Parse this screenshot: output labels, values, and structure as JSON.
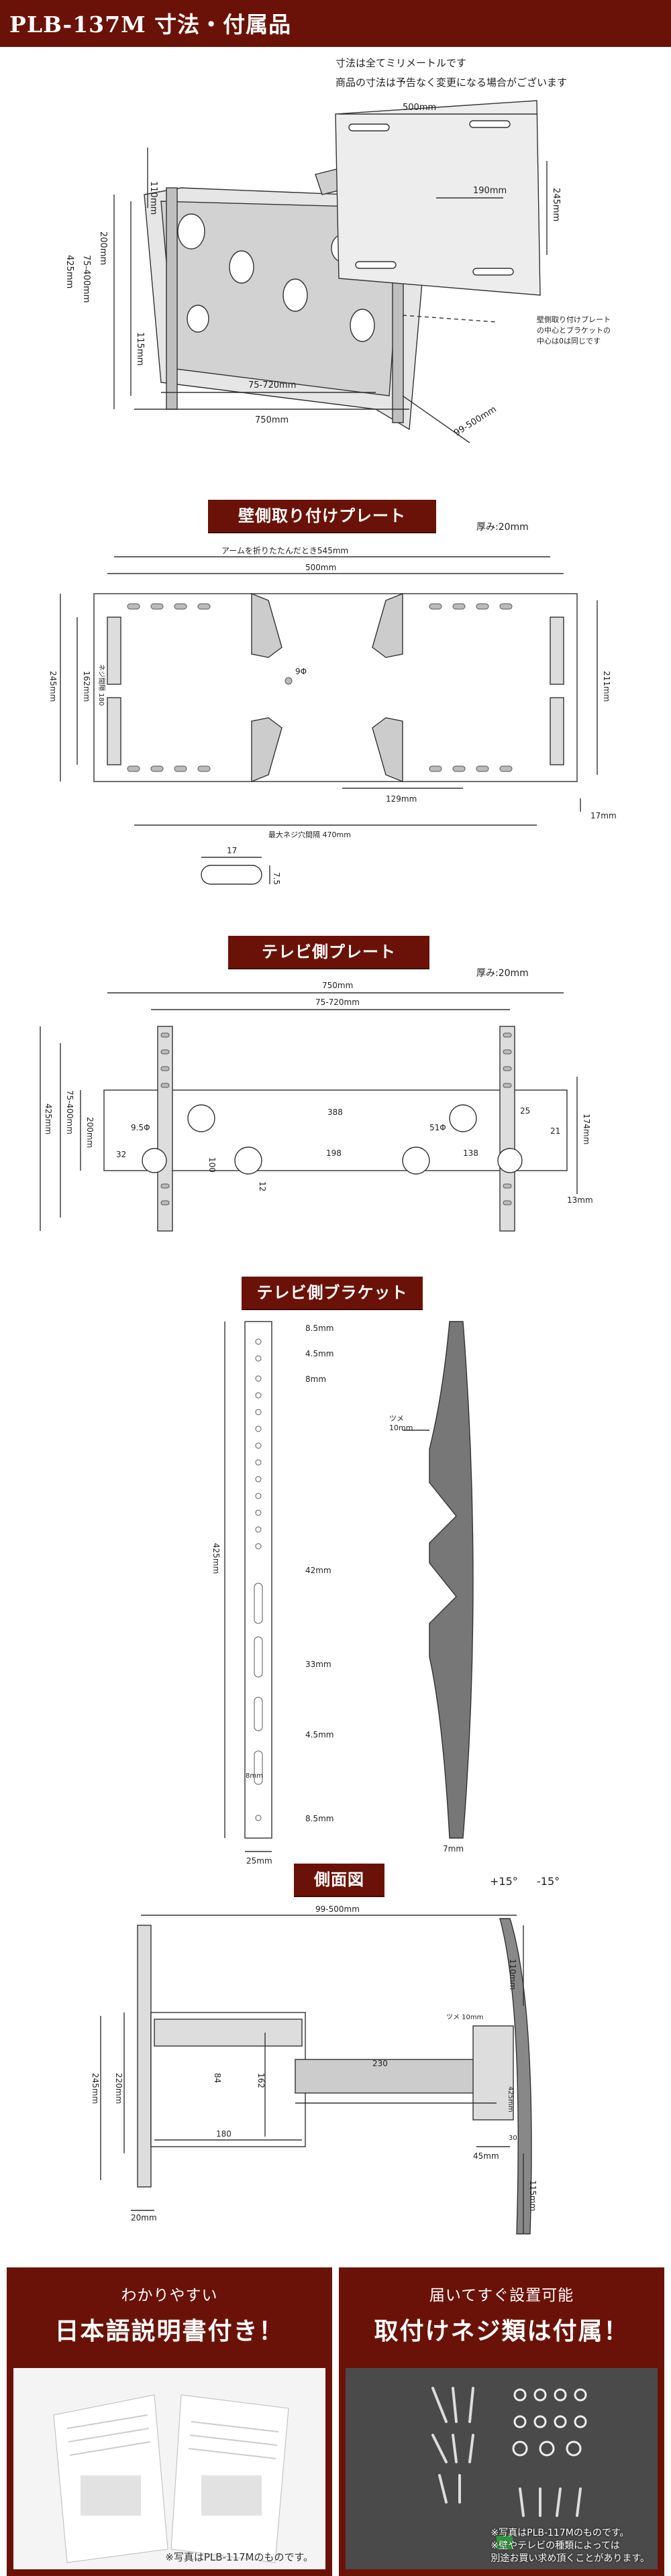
{
  "header": {
    "title": "PLB-137M 寸法・付属品"
  },
  "notes": [
    "寸法は全てミリメートルです",
    "商品の寸法は予告なく変更になる場合がございます"
  ],
  "overview": {
    "labels": [
      "500mm",
      "110mm",
      "200mm",
      "425mm",
      "75-400mm",
      "115mm",
      "190mm",
      "245mm",
      "75-720mm",
      "750mm",
      "99-500mm"
    ],
    "note": [
      "壁側取り付けプレート",
      "の中心とブラケットの",
      "中心は0は同じです"
    ]
  },
  "wall_plate": {
    "title": "壁側取り付けプレート",
    "thickness": "厚み:20mm",
    "labels": [
      "アームを折りたたんだとき545mm",
      "500mm",
      "9Φ",
      "162mm",
      "245mm",
      "211mm",
      "129mm",
      "17mm",
      "最大ネジ穴間隔 470mm",
      "17",
      "7.5"
    ],
    "bolt_label": "ネジ間隔 180"
  },
  "tv_plate": {
    "title": "テレビ側プレート",
    "thickness": "厚み:20mm",
    "labels": [
      "750mm",
      "75-720mm",
      "388",
      "9.5Φ",
      "51Φ",
      "25",
      "21",
      "32",
      "200mm",
      "75-400mm",
      "425mm",
      "100",
      "198",
      "138",
      "12",
      "174mm",
      "13mm"
    ]
  },
  "tv_bracket": {
    "title": "テレビ側ブラケット",
    "labels": [
      "8.5mm",
      "4.5mm",
      "8mm",
      "425mm",
      "42mm",
      "33mm",
      "4.5mm",
      "8.5mm",
      "25mm",
      "7mm",
      "8mm"
    ],
    "tab_label": [
      "ツメ",
      "10mm"
    ]
  },
  "side_view": {
    "title": "側面図",
    "tilt_plus": "+15°",
    "tilt_minus": "-15°",
    "labels": [
      "99-500mm",
      "110mm",
      "ツメ 10mm",
      "245mm",
      "220mm",
      "84",
      "162",
      "230",
      "180",
      "45mm",
      "30",
      "115mm",
      "425mm",
      "20mm"
    ]
  },
  "promo_left": {
    "line1": "わかりやすい",
    "line2": "日本語説明書付き！",
    "caption": "※写真はPLB-117Mのものです。"
  },
  "promo_right": {
    "line1": "届いてすぐ設置可能",
    "line2": "取付けネジ類は付属！",
    "caption": [
      "※写真はPLB-117Mのものです。",
      "※壁やテレビの種類によっては",
      "別途お買い求め頂くことがあります。"
    ]
  }
}
